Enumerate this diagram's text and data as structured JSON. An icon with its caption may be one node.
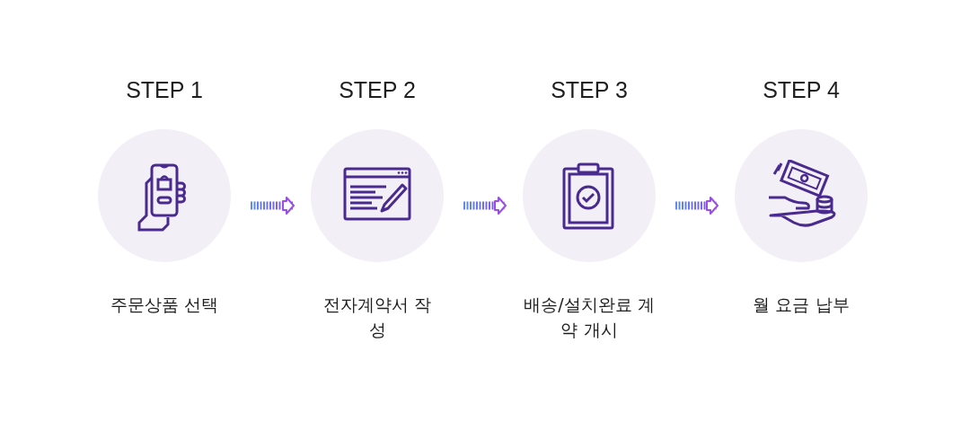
{
  "diagram": {
    "nodes": [
      {
        "text": [
          "STEP 1",
          "주문상품 선택"
        ]
      },
      {
        "text": [
          "STEP 2",
          "전자계약서 작성"
        ]
      },
      {
        "text": [
          "STEP 3",
          "배송/설치완료 계약 개시"
        ]
      },
      {
        "text": [
          "STEP 4",
          "월 요금 납부"
        ]
      }
    ],
    "edges": [
      {
        "from": 0,
        "to": 1,
        "arrow": "to"
      },
      {
        "from": 1,
        "to": 2,
        "arrow": "to"
      },
      {
        "from": 2,
        "to": 3,
        "arrow": "to"
      }
    ]
  }
}
